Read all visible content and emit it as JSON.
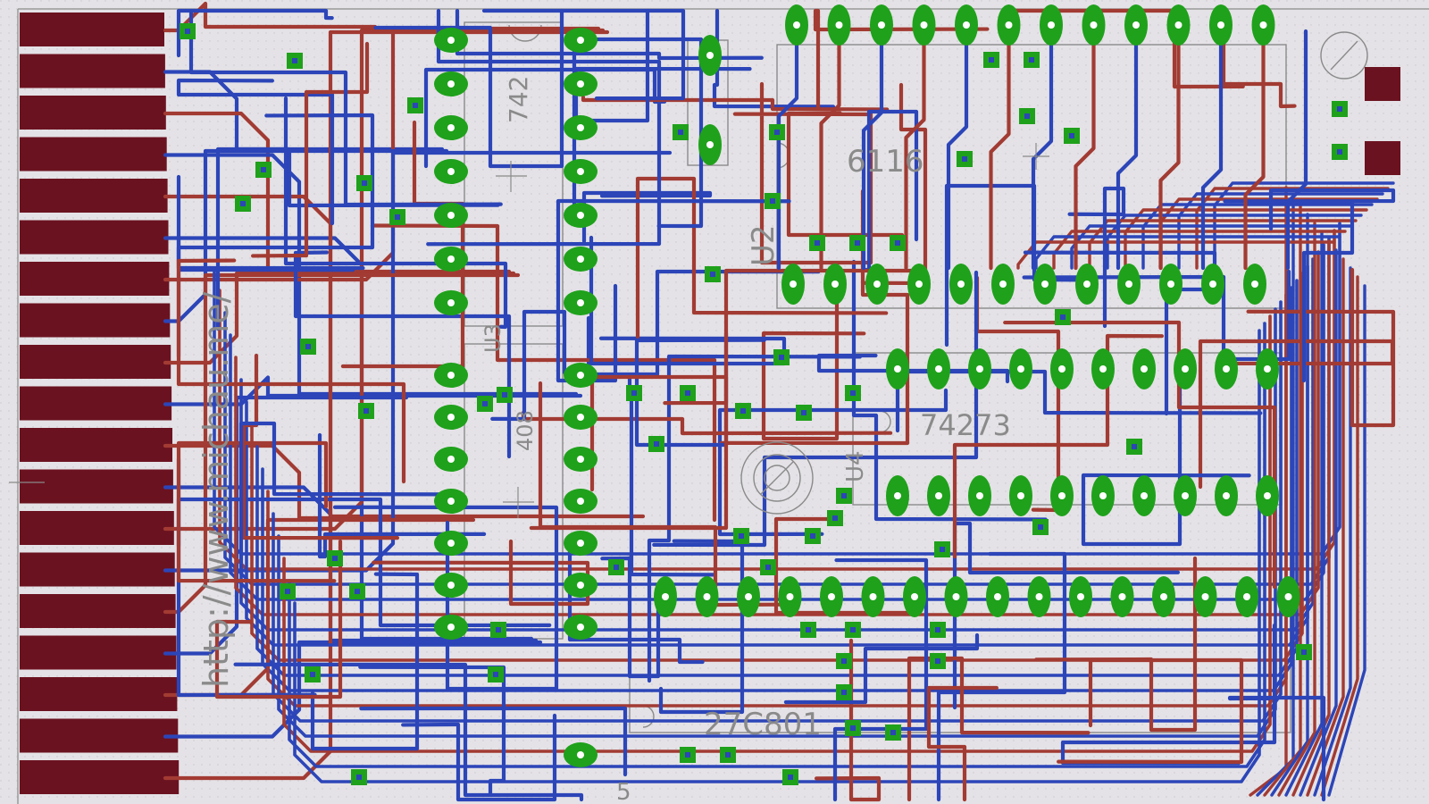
{
  "labels": {
    "ic_6116": "6116",
    "ic_u2": "U2",
    "ic_742": "742",
    "ic_74273": "74273",
    "ic_u4": "U4",
    "ic_27c801": "27C801",
    "ic_408": "408",
    "ic_u3": "U3",
    "ic_5": "5",
    "watermark": "http://www.michau.me/"
  },
  "colors": {
    "background": "#e4e2e6",
    "top_trace": "#a23b33",
    "bottom_trace": "#2c45b8",
    "pad": "#1fa11b",
    "edge_connector": "#6b1220",
    "silkscreen": "#8a8a8a"
  },
  "edge_connector": {
    "finger_count": 19
  },
  "icons": [
    "mounting-hole-icon",
    "fiducial-icon"
  ]
}
